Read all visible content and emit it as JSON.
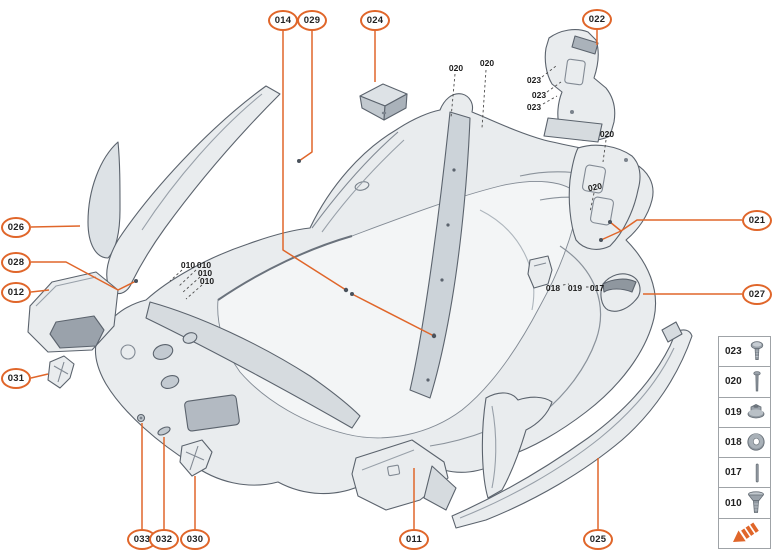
{
  "diagram": {
    "type": "exploded-parts-diagram",
    "subject": "vehicle body shell with detached structural parts and fasteners"
  },
  "colors": {
    "accent_orange": "#E0662A",
    "part_fill": "#E9ECEE",
    "part_shade": "#CDD3D8",
    "part_dark": "#AAB2BA",
    "line_gray": "#5B636D",
    "label_text": "#1C1C1C",
    "legend_border": "#9FA3A7"
  },
  "callouts": [
    {
      "label": "014"
    },
    {
      "label": "029"
    },
    {
      "label": "024"
    },
    {
      "label": "022"
    },
    {
      "label": "026"
    },
    {
      "label": "028"
    },
    {
      "label": "012"
    },
    {
      "label": "031"
    },
    {
      "label": "021"
    },
    {
      "label": "027"
    },
    {
      "label": "033"
    },
    {
      "label": "032"
    },
    {
      "label": "030"
    },
    {
      "label": "011"
    },
    {
      "label": "025"
    }
  ],
  "part_labels": [
    {
      "text": "020"
    },
    {
      "text": "020"
    },
    {
      "text": "023"
    },
    {
      "text": "023"
    },
    {
      "text": "023"
    },
    {
      "text": "020"
    },
    {
      "text": "020"
    },
    {
      "text": "010"
    },
    {
      "text": "010"
    },
    {
      "text": "010"
    },
    {
      "text": "010"
    },
    {
      "text": "018"
    },
    {
      "text": "019"
    },
    {
      "text": "017"
    }
  ],
  "legend": {
    "rows": [
      {
        "code": "023",
        "icon": "pan-head-screw-icon"
      },
      {
        "code": "020",
        "icon": "long-bolt-icon"
      },
      {
        "code": "019",
        "icon": "flange-nut-icon"
      },
      {
        "code": "018",
        "icon": "washer-icon"
      },
      {
        "code": "017",
        "icon": "pin-icon"
      },
      {
        "code": "010",
        "icon": "countersunk-screw-icon"
      }
    ],
    "arrow_icon": "direction-arrow-icon"
  }
}
